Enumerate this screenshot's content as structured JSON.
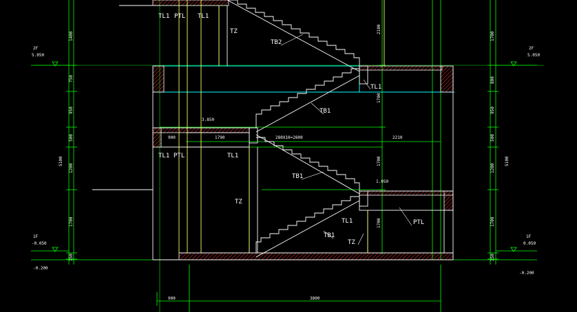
{
  "colors": {
    "background": "#000000",
    "dimension": "#00ff00",
    "structure": "#ffffff",
    "column": "#ffff66",
    "beam_outline": "#00ffff",
    "hatch": "#ff3333"
  },
  "labels": {
    "tl1_top_left": "TL1",
    "ptl_top": "PTL",
    "tl1_top_mid": "TL1",
    "tz_top": "TZ",
    "tb2": "TB2",
    "tl1_right_upper": "TL1",
    "tb1_upper": "TB1",
    "tl1_mid_left": "TL1",
    "ptl_mid": "PTL",
    "tl1_landing": "TL1",
    "tb1_mid": "TB1",
    "tz_mid": "TZ",
    "tl1_lower": "TL1",
    "ptl_right": "PTL",
    "tb1_lower": "TB1",
    "tz_lower": "TZ"
  },
  "elevations": {
    "left_upper_mark": "2F",
    "left_upper_value": "5.050",
    "left_lower_mark": "1F",
    "left_lower_value": "-0.050",
    "left_ground_value": "-0.200",
    "right_upper_mark": "2F",
    "right_upper_value": "5.050",
    "right_lower_mark": "1F",
    "right_lower_value": "0.050",
    "right_ground_value": "-0.200",
    "landing_mid": "3.850",
    "landing_right": "1.050"
  },
  "dimensions": {
    "left_segments": [
      "1400",
      "750",
      "950",
      "500",
      "1200",
      "1700",
      "150"
    ],
    "left_total": "5100",
    "center_segments": [
      "2100",
      "1700",
      "1700",
      "1700"
    ],
    "right_segments": [
      "1700",
      "800",
      "950",
      "500",
      "1200",
      "1700",
      "150"
    ],
    "right_total": "5100",
    "landing_width": "900",
    "landing_span": "1790",
    "stair_step": "280X10=2800",
    "stair_right": "2210",
    "bottom_left": "900",
    "bottom_main": "3800"
  }
}
